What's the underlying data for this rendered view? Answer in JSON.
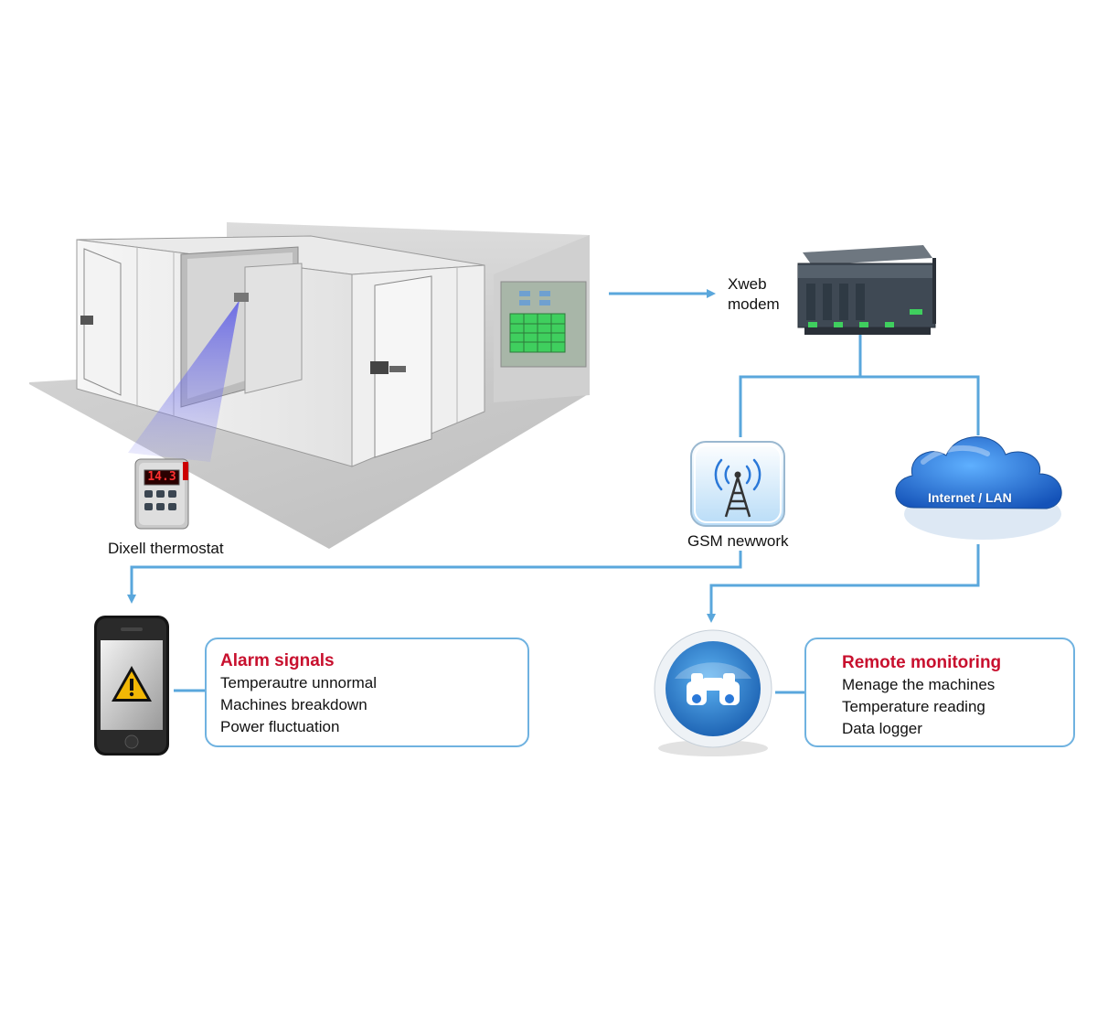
{
  "nodes": {
    "thermostat": {
      "label": "Dixell thermostat",
      "display": "14.3"
    },
    "modem": {
      "label_line1": "Xweb",
      "label_line2": "modem"
    },
    "gsm": {
      "label": "GSM newwork"
    },
    "internet": {
      "label": "Internet / LAN"
    }
  },
  "alarm_box": {
    "title": "Alarm signals",
    "items": [
      "Temperautre unnormal",
      "Machines breakdown",
      "Power fluctuation"
    ]
  },
  "monitor_box": {
    "title": "Remote monitoring",
    "items": [
      "Menage the machines",
      "Temperature reading",
      "Data logger"
    ]
  },
  "colors": {
    "connector": "#5aa7dc",
    "box_border": "#6fb2e0",
    "title_red": "#c8102e",
    "cloud_blue": "#2a78d8"
  },
  "icons": [
    "cold-room-icon",
    "thermostat-icon",
    "modem-icon",
    "gsm-tower-icon",
    "cloud-icon",
    "phone-alert-icon",
    "binoculars-icon",
    "warning-icon"
  ]
}
